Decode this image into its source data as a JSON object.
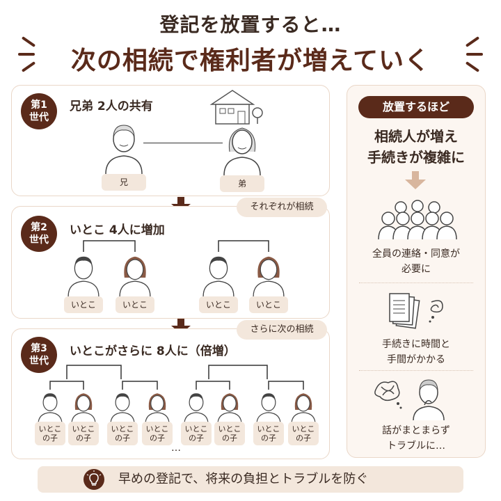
{
  "header": {
    "line1": "登記を放置すると…",
    "line2": "次の相続で権利者が増えていく"
  },
  "generations": [
    {
      "badge_line1": "第1",
      "badge_line2": "世代",
      "title": "兄弟 2人の共有",
      "people": [
        "兄",
        "弟"
      ]
    },
    {
      "badge_line1": "第2",
      "badge_line2": "世代",
      "title": "いとこ 4人に増加",
      "note": "それぞれが相続",
      "people": [
        "いとこ",
        "いとこ",
        "いとこ",
        "いとこ"
      ]
    },
    {
      "badge_line1": "第3",
      "badge_line2": "世代",
      "title": "いとこがさらに 8人に（倍増）",
      "note": "さらに次の相続",
      "person_label_line1": "いとこ",
      "person_label_line2": "の子",
      "ellipsis": "…"
    }
  ],
  "side": {
    "tag": "放置するほど",
    "head_line1": "相続人が増え",
    "head_line2": "手続きが複雑に",
    "items": [
      {
        "line1": "全員の連絡・同意が",
        "line2": "必要に"
      },
      {
        "line1": "手続きに時間と",
        "line2": "手間がかかる"
      },
      {
        "line1": "話がまとまらず",
        "line2": "トラブルに…"
      }
    ]
  },
  "footer": {
    "text": "早めの登記で、将来の負担とトラブルを防ぐ"
  },
  "colors": {
    "accent": "#5a2a1a",
    "pill": "#f3e7dc",
    "border": "#ead7c8"
  }
}
